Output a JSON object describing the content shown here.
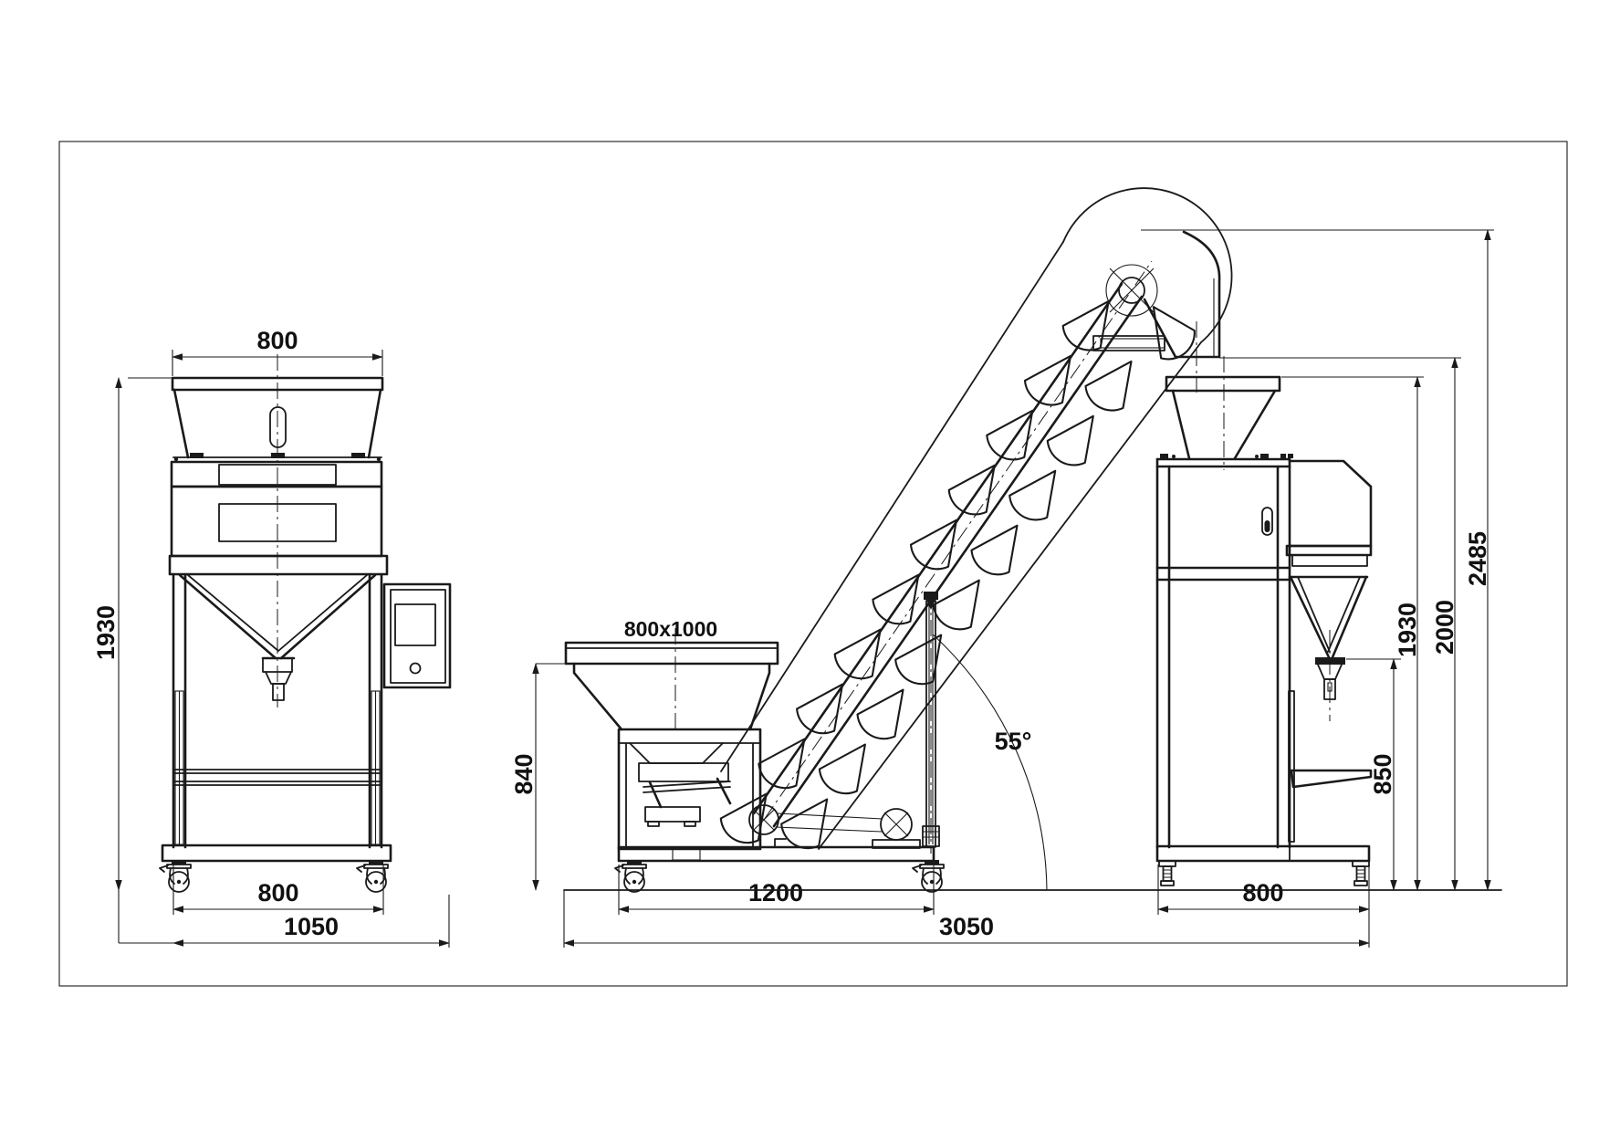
{
  "drawing": {
    "background": "#ffffff",
    "line_color": "#1a1a1a",
    "dimensions": {
      "front_hopper_width": "800",
      "front_height": "1930",
      "front_base_width": "800",
      "front_overall_width": "1050",
      "feed_hopper_size": "800x1000",
      "feed_hopper_height": "840",
      "feed_base_length": "1200",
      "incline_angle": "55°",
      "overall_length": "3050",
      "discharge_height": "850",
      "side_base_width": "800",
      "side_height": "1930",
      "side_hopper_height": "2000",
      "conveyor_height": "2485"
    }
  }
}
